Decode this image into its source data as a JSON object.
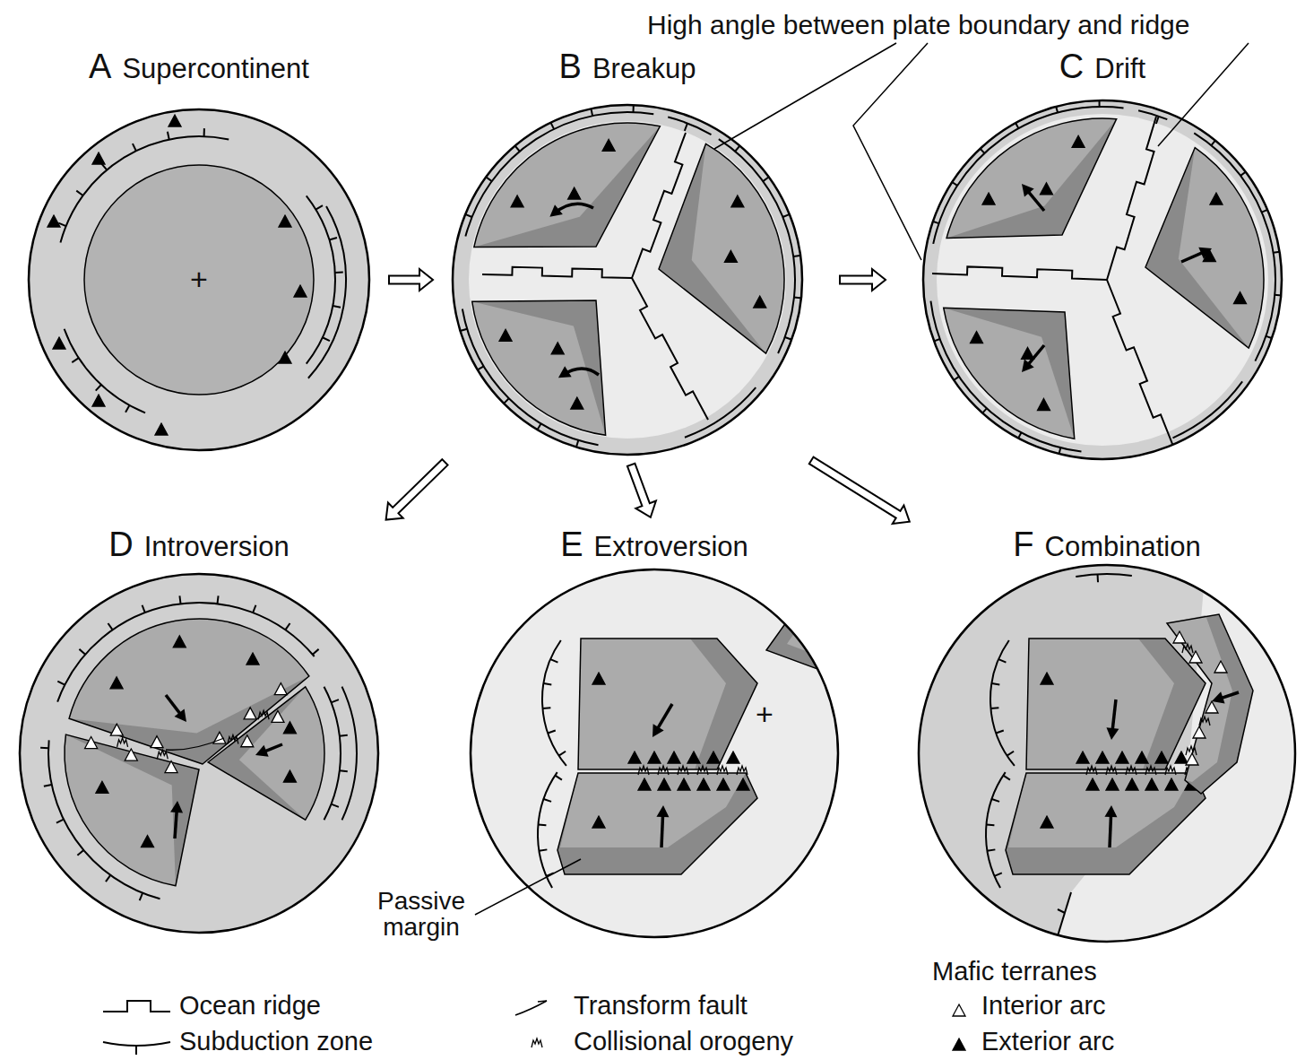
{
  "diagram": {
    "nodes": [
      {
        "text": [
          "A",
          "Supercontinent"
        ]
      },
      {
        "text": [
          "B",
          "Breakup"
        ]
      },
      {
        "text": [
          "C",
          "Drift"
        ]
      },
      {
        "text": [
          "D",
          "Introversion"
        ]
      },
      {
        "text": [
          "E",
          "Extroversion"
        ]
      },
      {
        "text": [
          "F",
          "Combination"
        ]
      }
    ],
    "edges": [
      {
        "from": 0,
        "to": 1,
        "arrow": "to"
      },
      {
        "from": 1,
        "to": 2,
        "arrow": "to"
      },
      {
        "from": 1,
        "to": 3,
        "arrow": "to"
      },
      {
        "from": 1,
        "to": 4,
        "arrow": "to"
      },
      {
        "from": 1,
        "to": 5,
        "arrow": "to"
      }
    ],
    "labels": [
      "High angle between plate boundary and ridge",
      "+",
      "+",
      "Passive margin",
      "Mafic terranes"
    ],
    "legend": [
      {
        "text": "Ocean ridge"
      },
      {
        "text": "Transform fault"
      },
      {
        "text": "Interior arc"
      },
      {
        "text": "Subduction zone"
      },
      {
        "text": "Collisional orogeny"
      },
      {
        "text": "Exterior arc"
      }
    ]
  }
}
